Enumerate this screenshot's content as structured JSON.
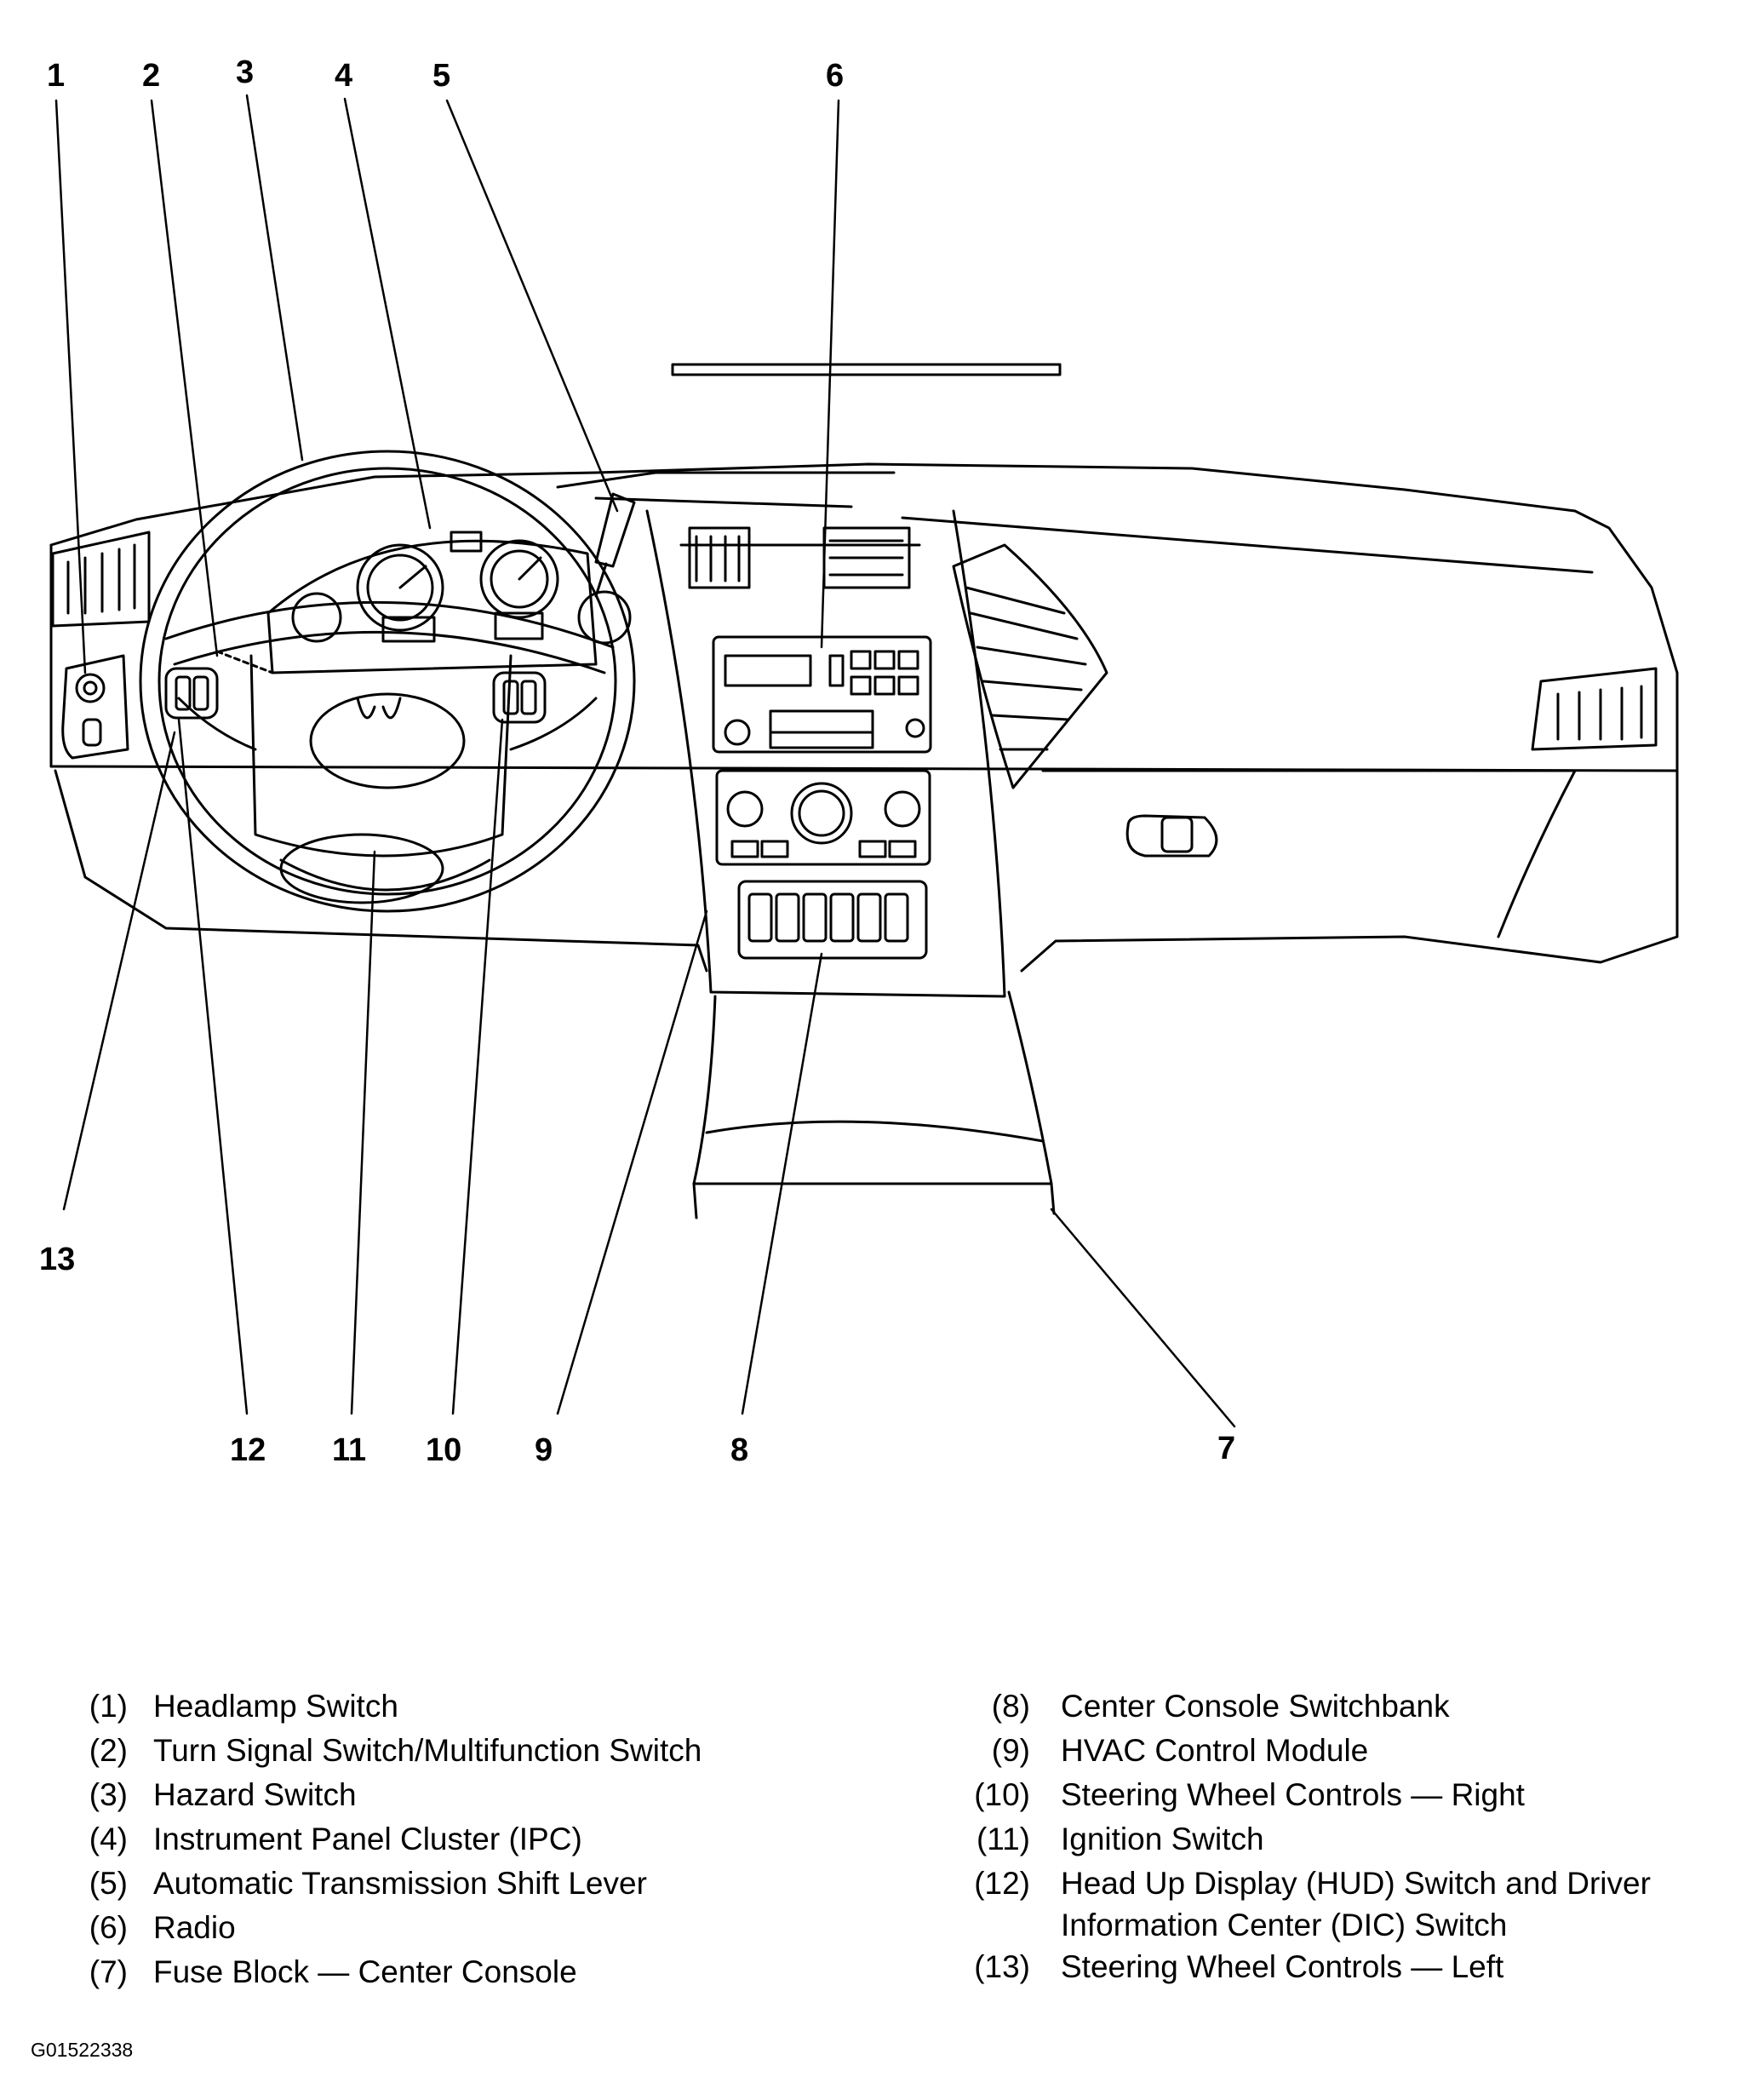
{
  "callouts": [
    {
      "id": "1",
      "label": "1"
    },
    {
      "id": "2",
      "label": "2"
    },
    {
      "id": "3",
      "label": "3"
    },
    {
      "id": "4",
      "label": "4"
    },
    {
      "id": "5",
      "label": "5"
    },
    {
      "id": "6",
      "label": "6"
    },
    {
      "id": "7",
      "label": "7"
    },
    {
      "id": "8",
      "label": "8"
    },
    {
      "id": "9",
      "label": "9"
    },
    {
      "id": "10",
      "label": "10"
    },
    {
      "id": "11",
      "label": "11"
    },
    {
      "id": "12",
      "label": "12"
    },
    {
      "id": "13",
      "label": "13"
    }
  ],
  "legend": {
    "left": [
      {
        "num": "(1)",
        "text": "Headlamp Switch"
      },
      {
        "num": "(2)",
        "text": "Turn Signal Switch/Multifunction Switch"
      },
      {
        "num": "(3)",
        "text": "Hazard Switch"
      },
      {
        "num": "(4)",
        "text": "Instrument Panel Cluster (IPC)"
      },
      {
        "num": "(5)",
        "text": "Automatic Transmission Shift Lever"
      },
      {
        "num": "(6)",
        "text": "Radio"
      },
      {
        "num": "(7)",
        "text": "Fuse Block — Center Console"
      }
    ],
    "right": [
      {
        "num": "(8)",
        "text": "Center Console Switchbank"
      },
      {
        "num": "(9)",
        "text": "HVAC Control Module"
      },
      {
        "num": "(10)",
        "text": "Steering Wheel Controls — Right"
      },
      {
        "num": "(11)",
        "text": "Ignition Switch"
      },
      {
        "num": "(12)",
        "text": "Head Up Display (HUD) Switch and Driver",
        "text2": "Information Center (DIC) Switch"
      },
      {
        "num": "(13)",
        "text": "Steering Wheel Controls — Left"
      }
    ]
  },
  "figure_code": "G01522338"
}
